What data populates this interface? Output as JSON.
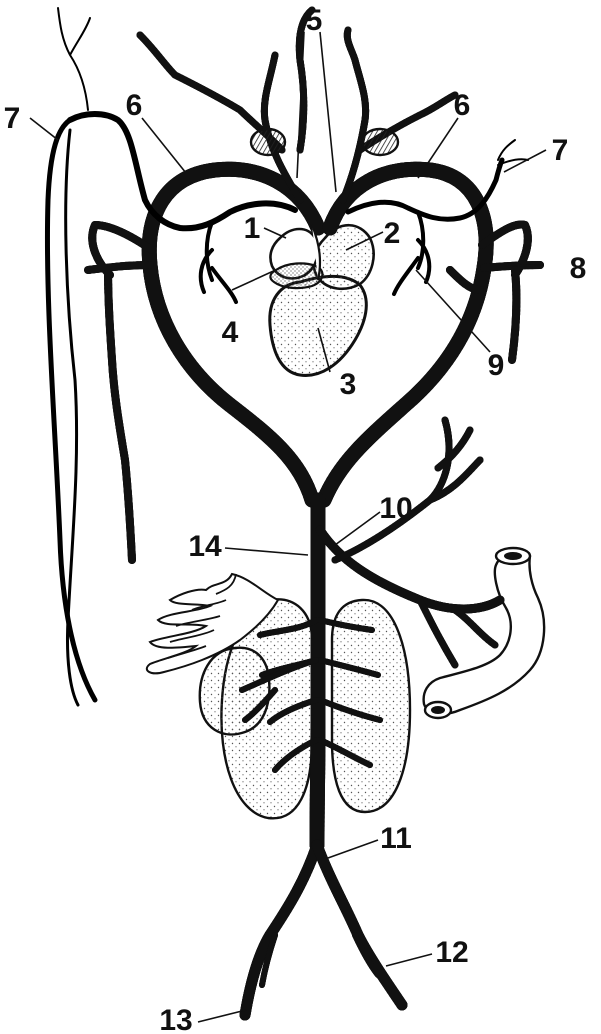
{
  "labels": {
    "l1": "1",
    "l2": "2",
    "l3": "3",
    "l4": "4",
    "l5": "5",
    "l6a": "6",
    "l6b": "6",
    "l7a": "7",
    "l7b": "7",
    "l8": "8",
    "l9": "9",
    "l10": "10",
    "l11": "11",
    "l12": "12",
    "l13": "13",
    "l14": "14"
  },
  "colors": {
    "ink": "#111111",
    "paper": "#ffffff",
    "stipple": "#555555"
  }
}
